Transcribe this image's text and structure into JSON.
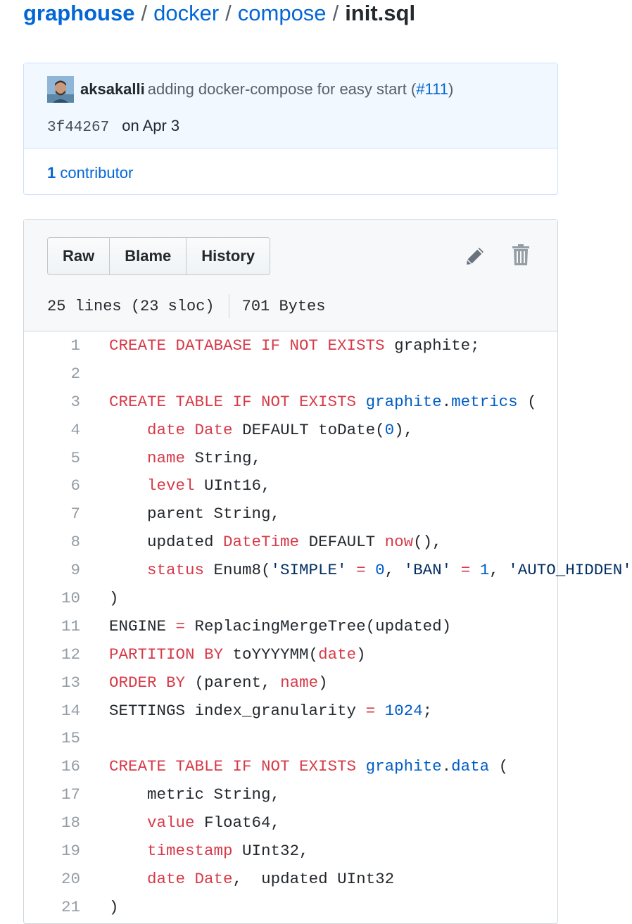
{
  "breadcrumb": {
    "repo": "graphouse",
    "parts": [
      "docker",
      "compose"
    ],
    "file": "init.sql",
    "separator": "/"
  },
  "commit": {
    "author": "aksakalli",
    "message": "adding docker-compose for easy start (",
    "pr": "#111",
    "message_end": ")",
    "sha": "3f44267",
    "date": "on Apr 3",
    "contributors_count": "1",
    "contributors_label": "contributor"
  },
  "file": {
    "buttons": [
      "Raw",
      "Blame",
      "History"
    ],
    "lines_info": "25 lines (23 sloc)",
    "size": "701 Bytes",
    "icons": [
      "pencil-icon",
      "trash-icon"
    ]
  },
  "code": [
    {
      "n": "1",
      "tokens": [
        [
          "k",
          "CREATE DATABASE IF NOT EXISTS"
        ],
        [
          "",
          "graphite;"
        ]
      ]
    },
    {
      "n": "2",
      "tokens": []
    },
    {
      "n": "3",
      "tokens": [
        [
          "k",
          "CREATE TABLE IF NOT EXISTS"
        ],
        [
          "e",
          "graphite"
        ],
        [
          "",
          "."
        ],
        [
          "e",
          "metrics"
        ],
        [
          "",
          " ("
        ]
      ]
    },
    {
      "n": "4",
      "tokens": [
        [
          "",
          "    "
        ],
        [
          "k",
          "date"
        ],
        [
          "",
          " "
        ],
        [
          "k",
          "Date"
        ],
        [
          "",
          " DEFAULT toDate("
        ],
        [
          "e",
          "0"
        ],
        [
          "",
          "),"
        ]
      ]
    },
    {
      "n": "5",
      "tokens": [
        [
          "",
          "    "
        ],
        [
          "k",
          "name"
        ],
        [
          "",
          " String,"
        ]
      ]
    },
    {
      "n": "6",
      "tokens": [
        [
          "",
          "    "
        ],
        [
          "k",
          "level"
        ],
        [
          "",
          " UInt16,"
        ]
      ]
    },
    {
      "n": "7",
      "tokens": [
        [
          "",
          "    parent String,"
        ]
      ]
    },
    {
      "n": "8",
      "tokens": [
        [
          "",
          "    updated "
        ],
        [
          "k",
          "DateTime"
        ],
        [
          "",
          " DEFAULT "
        ],
        [
          "k",
          "now"
        ],
        [
          "",
          "(),"
        ]
      ]
    },
    {
      "n": "9",
      "tokens": [
        [
          "",
          "    "
        ],
        [
          "k",
          "status"
        ],
        [
          "",
          " Enum8("
        ],
        [
          "s",
          "'SIMPLE'"
        ],
        [
          "",
          " "
        ],
        [
          "k",
          "="
        ],
        [
          "",
          " "
        ],
        [
          "e",
          "0"
        ],
        [
          ", ",
          ""
        ],
        [
          "s",
          "'BAN'"
        ],
        [
          "",
          " "
        ],
        [
          "k",
          "="
        ],
        [
          "",
          " "
        ],
        [
          "e",
          "1"
        ],
        [
          "",
          ", "
        ],
        [
          "s",
          "'AUTO_HIDDEN'"
        ]
      ]
    },
    {
      "n": "10",
      "tokens": [
        [
          "",
          ")"
        ]
      ]
    },
    {
      "n": "11",
      "tokens": [
        [
          "",
          "ENGINE "
        ],
        [
          "k",
          "="
        ],
        [
          "",
          " ReplacingMergeTree(updated)"
        ]
      ]
    },
    {
      "n": "12",
      "tokens": [
        [
          "k",
          "PARTITION BY"
        ],
        [
          "",
          " toYYYYMM("
        ],
        [
          "k",
          "date"
        ],
        [
          "",
          ")"
        ]
      ]
    },
    {
      "n": "13",
      "tokens": [
        [
          "k",
          "ORDER BY"
        ],
        [
          "",
          " (parent, "
        ],
        [
          "k",
          "name"
        ],
        [
          "",
          ")"
        ]
      ]
    },
    {
      "n": "14",
      "tokens": [
        [
          "",
          "SETTINGS index_granularity "
        ],
        [
          "k",
          "="
        ],
        [
          "",
          " "
        ],
        [
          "e",
          "1024"
        ],
        [
          "",
          ";"
        ]
      ]
    },
    {
      "n": "15",
      "tokens": []
    },
    {
      "n": "16",
      "tokens": [
        [
          "k",
          "CREATE TABLE IF NOT EXISTS"
        ],
        [
          "",
          " "
        ],
        [
          "e",
          "graphite"
        ],
        [
          "",
          "."
        ],
        [
          "e",
          "data"
        ],
        [
          "",
          " ("
        ]
      ]
    },
    {
      "n": "17",
      "tokens": [
        [
          "",
          "    metric String,"
        ]
      ]
    },
    {
      "n": "18",
      "tokens": [
        [
          "",
          "    "
        ],
        [
          "k",
          "value"
        ],
        [
          "",
          " Float64,"
        ]
      ]
    },
    {
      "n": "19",
      "tokens": [
        [
          "",
          "    "
        ],
        [
          "k",
          "timestamp"
        ],
        [
          "",
          " UInt32,"
        ]
      ]
    },
    {
      "n": "20",
      "tokens": [
        [
          "",
          "    "
        ],
        [
          "k",
          "date"
        ],
        [
          "",
          " "
        ],
        [
          "k",
          "Date"
        ],
        [
          "",
          ",  updated UInt32"
        ]
      ]
    },
    {
      "n": "21",
      "tokens": [
        [
          "",
          ")"
        ]
      ]
    }
  ]
}
